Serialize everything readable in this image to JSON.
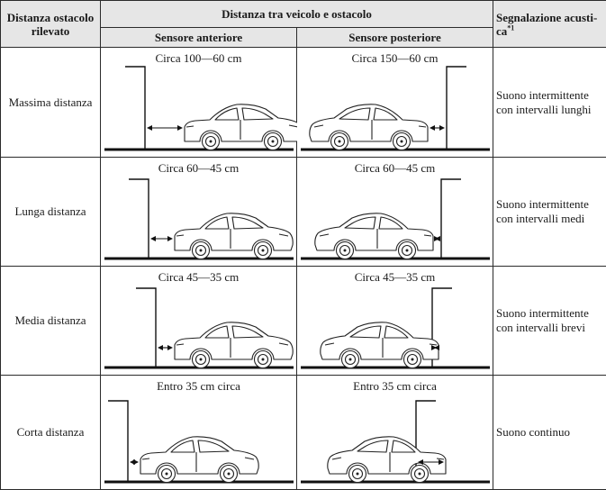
{
  "header": {
    "col1": "Distanza ostacolo rilevato",
    "col2": "Distanza tra veicolo e ostacolo",
    "col2_front": "Sensore anteriore",
    "col2_rear": "Sensore posteriore",
    "col3": "Segnalazione acusti-ca",
    "col3_note": "*1"
  },
  "rows": [
    {
      "label": "Massima distanza",
      "front": "Circa 100—60 cm",
      "rear": "Circa 150—60 cm",
      "signal_line1": "Suono intermittente",
      "signal_line2": "con intervalli lunghi"
    },
    {
      "label": "Lunga distanza",
      "front": "Circa 60—45 cm",
      "rear": "Circa 60—45 cm",
      "signal_line1": "Suono intermittente",
      "signal_line2": "con intervalli medi"
    },
    {
      "label": "Media distanza",
      "front": "Circa 45—35 cm",
      "rear": "Circa 45—35 cm",
      "signal_line1": "Suono intermittente",
      "signal_line2": "con intervalli brevi"
    },
    {
      "label": "Corta distanza",
      "front": "Entro 35 cm circa",
      "rear": "Entro 35 cm circa",
      "signal_line1": "Suono continuo",
      "signal_line2": ""
    }
  ]
}
